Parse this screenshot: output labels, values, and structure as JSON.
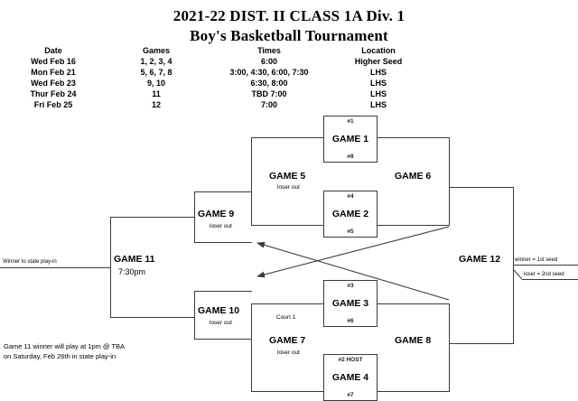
{
  "header": {
    "title_line1": "2021-22 DIST. II CLASS 1A Div. 1",
    "title_line2": "Boy's Basketball Tournament"
  },
  "schedule": {
    "columns": [
      "Date",
      "Games",
      "Times",
      "Location"
    ],
    "rows": [
      {
        "date": "Wed Feb 16",
        "games": "1, 2, 3, 4",
        "times": "6:00",
        "location": "Higher Seed"
      },
      {
        "date": "Mon Feb 21",
        "games": "5, 6, 7, 8",
        "times": "3:00, 4:30, 6:00, 7:30",
        "location": "LHS"
      },
      {
        "date": "Wed Feb 23",
        "games": "9, 10",
        "times": "6:30, 8:00",
        "location": "LHS"
      },
      {
        "date": "Thur Feb 24",
        "games": "11",
        "times": "TBD 7:00",
        "location": "LHS"
      },
      {
        "date": "Fri Feb 25",
        "games": "12",
        "times": "7:00",
        "location": "LHS"
      }
    ]
  },
  "bracket": {
    "game1": {
      "label": "GAME 1",
      "seed_top": "#1",
      "seed_bottom": "#8"
    },
    "game2": {
      "label": "GAME 2",
      "seed_top": "#4",
      "seed_bottom": "#5"
    },
    "game3": {
      "label": "GAME 3",
      "seed_top": "#3",
      "seed_bottom": "#6"
    },
    "game4": {
      "label": "GAME 4",
      "seed_top": "#2 HOST",
      "seed_bottom": "#7"
    },
    "game5": {
      "label": "GAME 5",
      "note": "loser out"
    },
    "game6": {
      "label": "GAME 6"
    },
    "game7": {
      "label": "GAME 7",
      "note": "loser out",
      "court": "Court 1"
    },
    "game8": {
      "label": "GAME 8"
    },
    "game9": {
      "label": "GAME 9",
      "note": "loser out"
    },
    "game10": {
      "label": "GAME 10",
      "note": "loser out"
    },
    "game11": {
      "label": "GAME 11",
      "time": "7:30pm"
    },
    "game12": {
      "label": "GAME 12"
    }
  },
  "annotations": {
    "winner_state_playin": "Winner to state play-in",
    "winner_first_seed": "winner = 1st seed",
    "loser_second_seed": "loser = 2nd seed",
    "footnote_line1": "Game 11 winner will play at 1pm @ TBA",
    "footnote_line2": "on Saturday, Feb 26th in state play-in"
  },
  "colors": {
    "line": "#3a3a3a",
    "text": "#000000",
    "background": "#ffffff"
  }
}
